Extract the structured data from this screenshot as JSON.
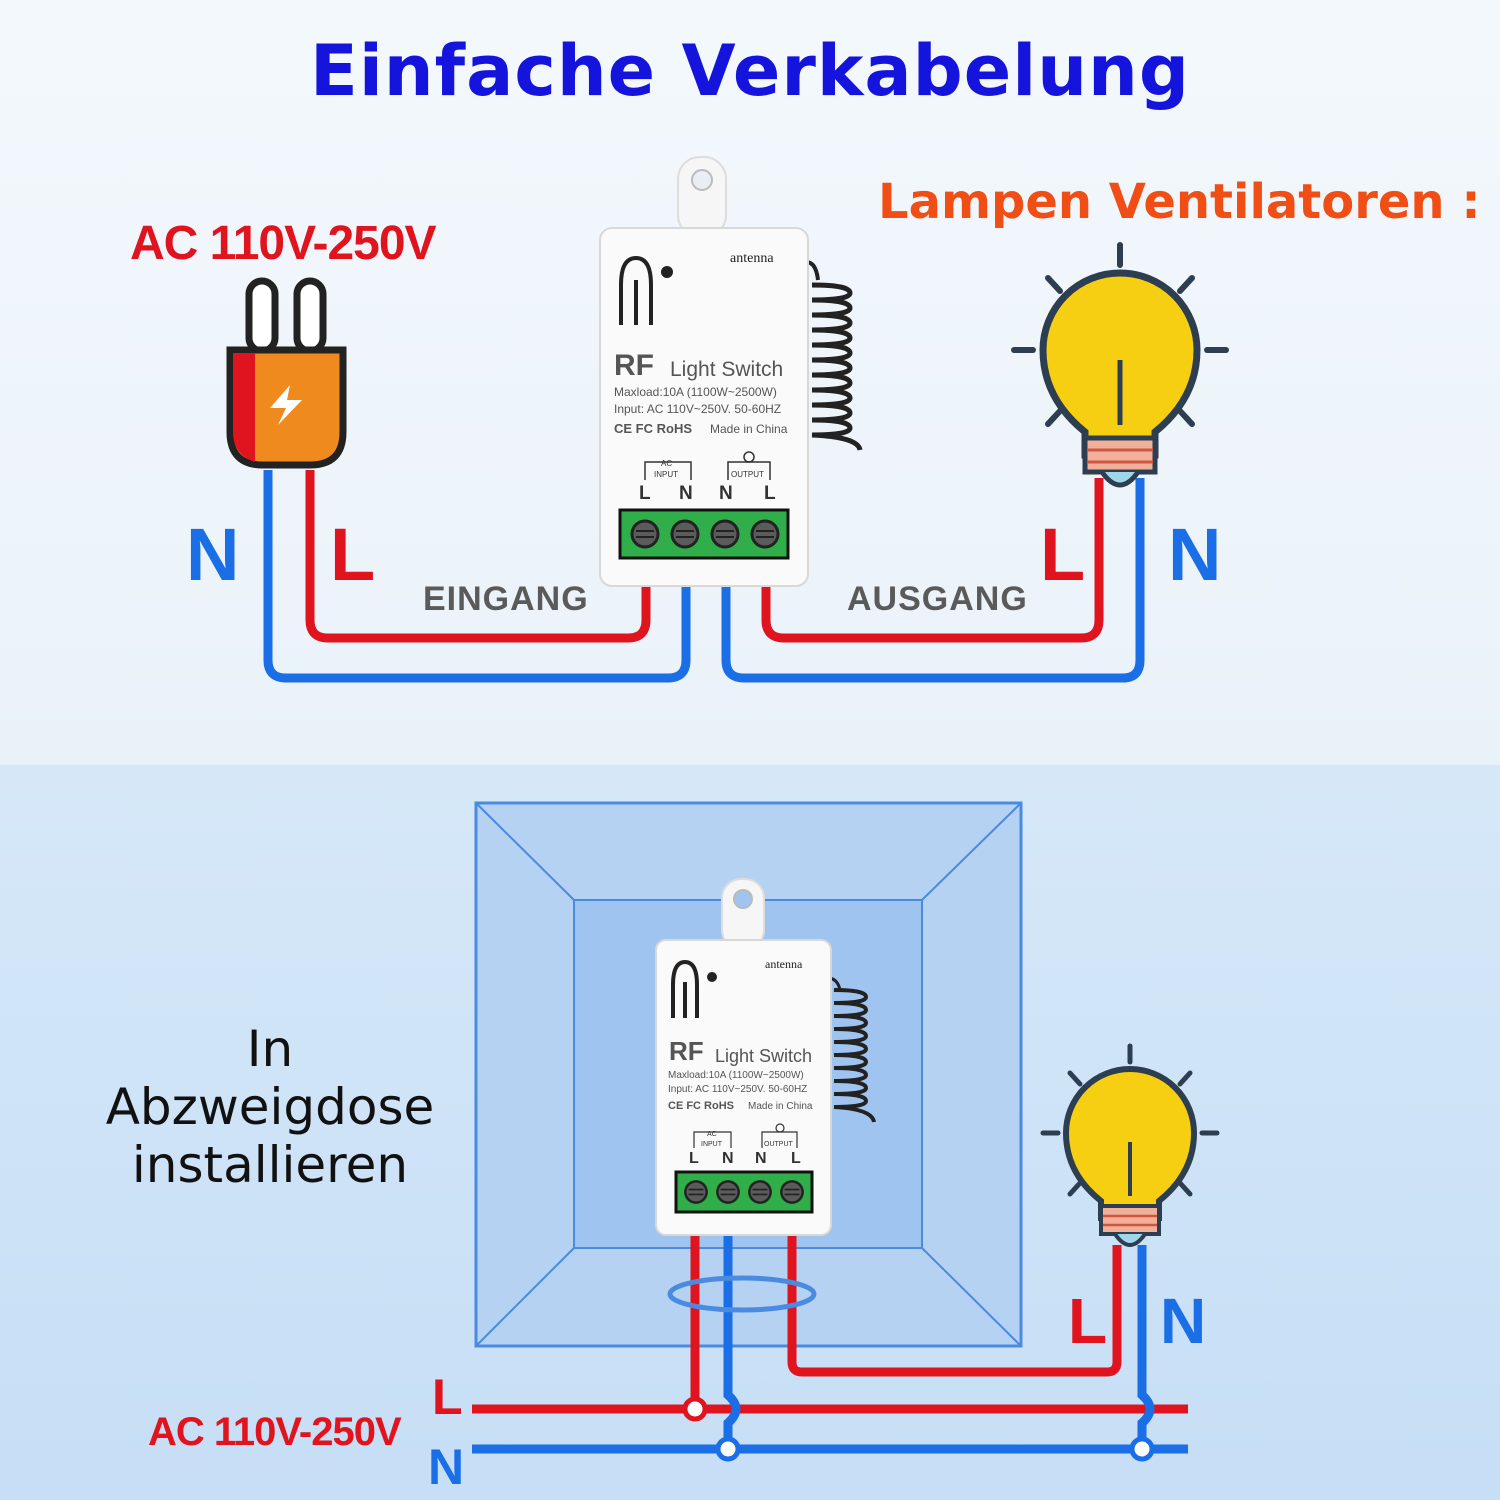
{
  "title": "Einfache Verkabelung",
  "top": {
    "supply_label": "AC 110V-250V",
    "load_label": "Lampen Ventilatoren : ...",
    "left_N": "N",
    "left_L": "L",
    "right_L": "L",
    "right_N": "N",
    "input_section": "EINGANG",
    "output_section": "AUSGANG"
  },
  "device": {
    "brand": "RF",
    "name": "Light Switch",
    "maxload": "Maxload:10A (1100W~2500W)",
    "input": "Input: AC 110V~250V. 50-60HZ",
    "certs": "CE FC RoHS",
    "made_in": "Made in China",
    "antenna": "antenna",
    "ac_tag": "AC",
    "input_tag": "INPUT",
    "output_tag": "OUTPUT",
    "terminals": [
      "L",
      "N",
      "N",
      "L"
    ]
  },
  "bottom": {
    "install_lines": [
      "In",
      "Abzweigdose",
      "installieren"
    ],
    "supply_label": "AC 110V-250V",
    "bus_L": "L",
    "bus_N": "N",
    "lamp_L": "L",
    "lamp_N": "N"
  },
  "colors": {
    "live": "#e0141e",
    "neutral": "#1a6ee6",
    "title": "#1414dc",
    "load_label": "#f04e14",
    "bulb": "#f7cf12",
    "plug": "#ef8a1e",
    "terminal": "#2fae4a"
  }
}
